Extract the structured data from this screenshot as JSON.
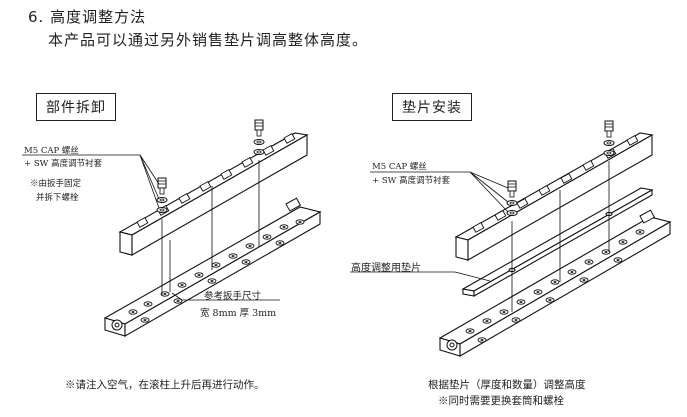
{
  "section": {
    "heading": "6. 高度调整方法",
    "subtitle": "本产品可以通过另外销售垫片调高整体高度。"
  },
  "left_panel": {
    "title": "部件拆卸",
    "callout_screw": "M5 CAP 螺丝",
    "callout_sleeve": "+ SW 高度调节衬套",
    "callout_fix_1": "※由扳手固定",
    "callout_fix_2": "并拆下螺栓",
    "wrench_label": "参考扳手尺寸",
    "wrench_size": "宽 8mm  厚 3mm",
    "footnote": "※请注入空气，在滚柱上升后再进行动作。"
  },
  "right_panel": {
    "title": "垫片安装",
    "callout_screw": "M5 CAP 螺丝",
    "callout_sleeve": "+ SW 高度调节衬套",
    "shim_label": "高度调整用垫片",
    "footnote_1": "根据垫片（厚度和数量）调整高度",
    "footnote_2": "※同时需要更换套筒和螺栓"
  }
}
